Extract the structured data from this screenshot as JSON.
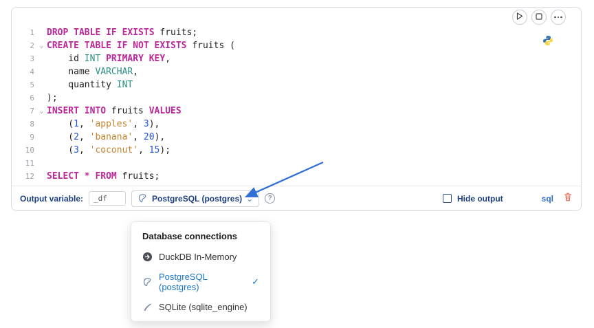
{
  "editor": {
    "lines": [
      {
        "num": "1",
        "fold": false,
        "tokens": [
          {
            "t": "kw",
            "v": "DROP TABLE IF EXISTS"
          },
          {
            "t": "pl",
            "v": " fruits;"
          }
        ]
      },
      {
        "num": "2",
        "fold": true,
        "tokens": [
          {
            "t": "kw",
            "v": "CREATE TABLE IF NOT EXISTS"
          },
          {
            "t": "pl",
            "v": " fruits ("
          }
        ]
      },
      {
        "num": "3",
        "fold": false,
        "tokens": [
          {
            "t": "pl",
            "v": "    id "
          },
          {
            "t": "ty",
            "v": "INT"
          },
          {
            "t": "pl",
            "v": " "
          },
          {
            "t": "kw",
            "v": "PRIMARY KEY"
          },
          {
            "t": "pl",
            "v": ","
          }
        ]
      },
      {
        "num": "4",
        "fold": false,
        "tokens": [
          {
            "t": "pl",
            "v": "    name "
          },
          {
            "t": "ty",
            "v": "VARCHAR"
          },
          {
            "t": "pl",
            "v": ","
          }
        ]
      },
      {
        "num": "5",
        "fold": false,
        "tokens": [
          {
            "t": "pl",
            "v": "    quantity "
          },
          {
            "t": "ty",
            "v": "INT"
          }
        ]
      },
      {
        "num": "6",
        "fold": false,
        "tokens": [
          {
            "t": "pl",
            "v": ");"
          }
        ]
      },
      {
        "num": "7",
        "fold": true,
        "tokens": [
          {
            "t": "kw",
            "v": "INSERT INTO"
          },
          {
            "t": "pl",
            "v": " fruits "
          },
          {
            "t": "kw",
            "v": "VALUES"
          }
        ]
      },
      {
        "num": "8",
        "fold": false,
        "tokens": [
          {
            "t": "pl",
            "v": "    ("
          },
          {
            "t": "num",
            "v": "1"
          },
          {
            "t": "pl",
            "v": ", "
          },
          {
            "t": "str",
            "v": "'apples'"
          },
          {
            "t": "pl",
            "v": ", "
          },
          {
            "t": "num",
            "v": "3"
          },
          {
            "t": "pl",
            "v": "),"
          }
        ]
      },
      {
        "num": "9",
        "fold": false,
        "tokens": [
          {
            "t": "pl",
            "v": "    ("
          },
          {
            "t": "num",
            "v": "2"
          },
          {
            "t": "pl",
            "v": ", "
          },
          {
            "t": "str",
            "v": "'banana'"
          },
          {
            "t": "pl",
            "v": ", "
          },
          {
            "t": "num",
            "v": "20"
          },
          {
            "t": "pl",
            "v": "),"
          }
        ]
      },
      {
        "num": "10",
        "fold": false,
        "tokens": [
          {
            "t": "pl",
            "v": "    ("
          },
          {
            "t": "num",
            "v": "3"
          },
          {
            "t": "pl",
            "v": ", "
          },
          {
            "t": "str",
            "v": "'coconut'"
          },
          {
            "t": "pl",
            "v": ", "
          },
          {
            "t": "num",
            "v": "15"
          },
          {
            "t": "pl",
            "v": ");"
          }
        ]
      },
      {
        "num": "11",
        "fold": false,
        "tokens": []
      },
      {
        "num": "12",
        "fold": false,
        "tokens": [
          {
            "t": "kw",
            "v": "SELECT"
          },
          {
            "t": "pl",
            "v": " "
          },
          {
            "t": "kw",
            "v": "*"
          },
          {
            "t": "pl",
            "v": " "
          },
          {
            "t": "kw",
            "v": "FROM"
          },
          {
            "t": "pl",
            "v": " fruits;"
          }
        ]
      }
    ]
  },
  "footer": {
    "output_variable_label": "Output variable:",
    "output_variable_value": "_df",
    "connection_label": "PostgreSQL (postgres)",
    "help_glyph": "?",
    "hide_output_label": "Hide output",
    "language_label": "sql"
  },
  "menu": {
    "header": "Database connections",
    "items": [
      {
        "icon": "duckdb",
        "label": "DuckDB In-Memory",
        "selected": false
      },
      {
        "icon": "postgres",
        "label": "PostgreSQL (postgres)",
        "selected": true
      },
      {
        "icon": "sqlite",
        "label": "SQLite (sqlite_engine)",
        "selected": false
      }
    ]
  },
  "colors": {
    "accent": "#2f6fd6",
    "selected_item": "#1b76c5",
    "navy_label": "#1c3e7e",
    "danger": "#e8705f"
  }
}
